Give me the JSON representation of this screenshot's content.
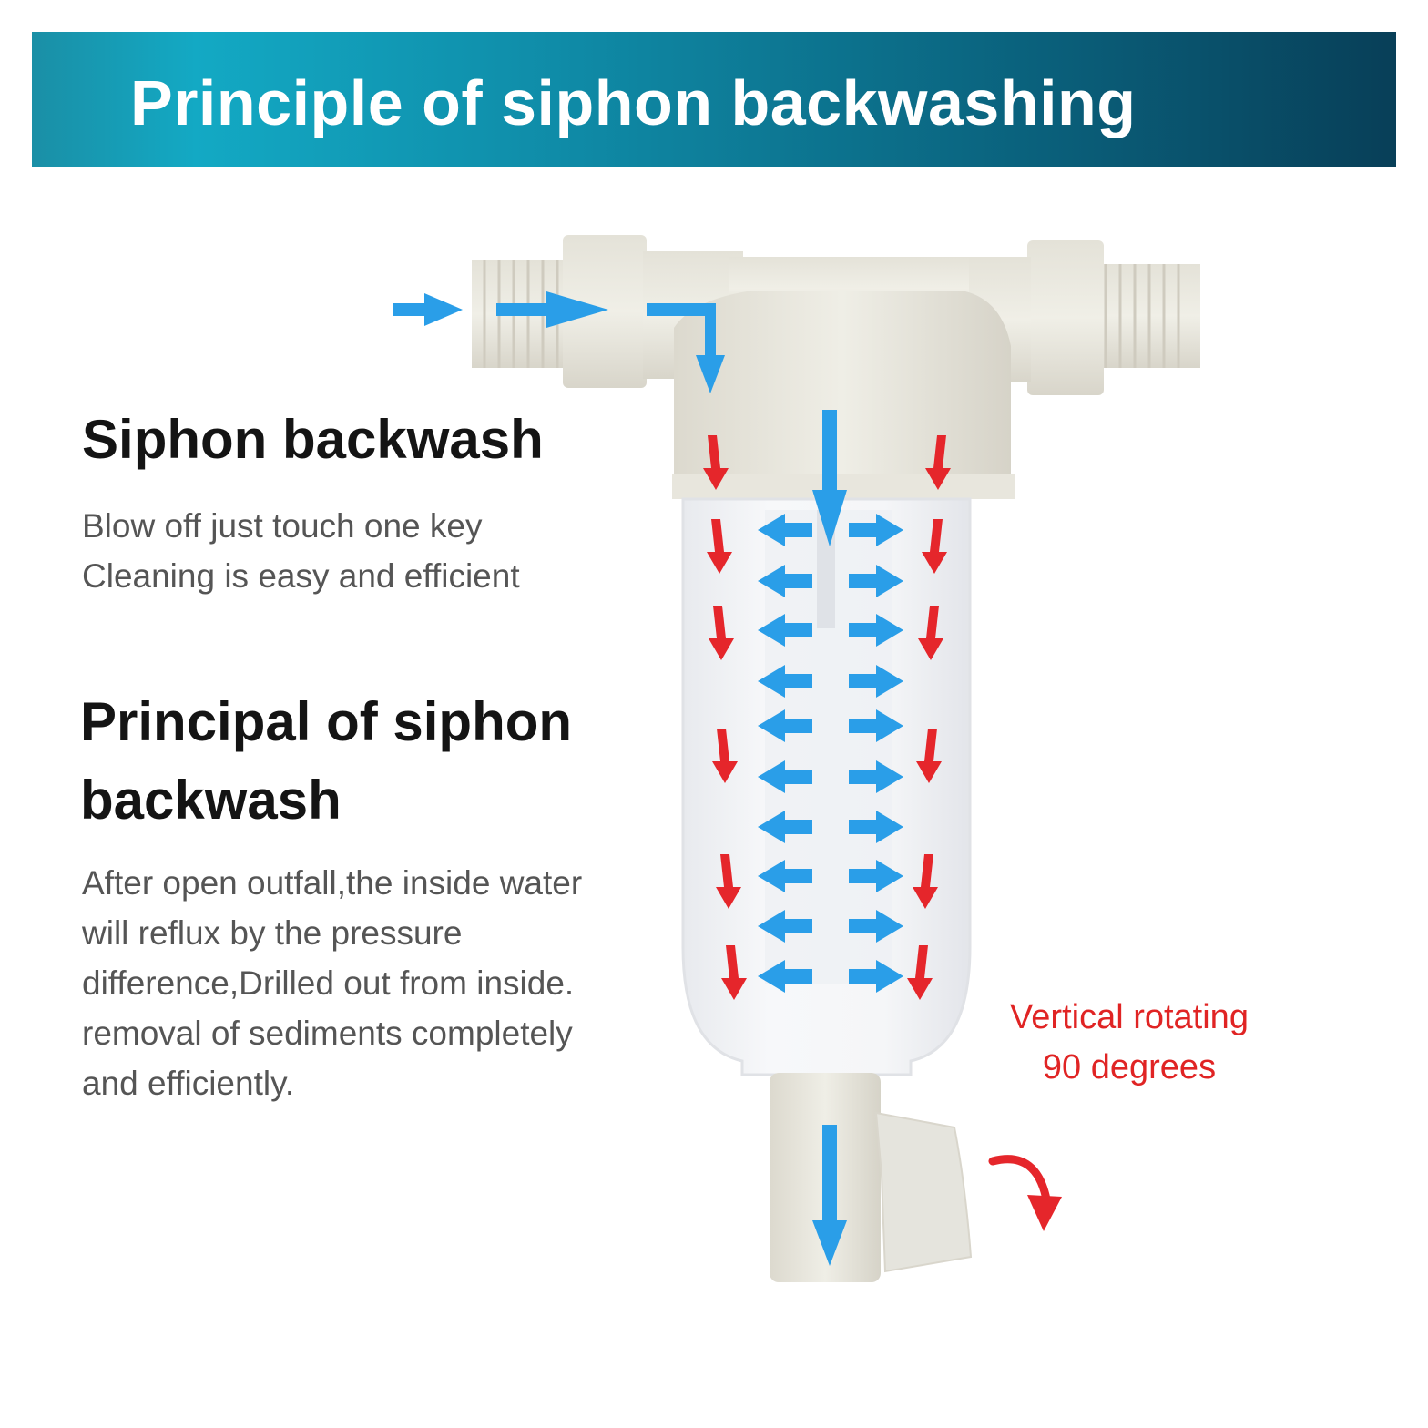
{
  "banner": {
    "title": "Principle of siphon backwashing"
  },
  "section1": {
    "heading": "Siphon backwash",
    "lines": [
      "Blow off just touch one key",
      "Cleaning is easy and efficient"
    ]
  },
  "section2": {
    "heading_lines": [
      "Principal of siphon",
      "backwash"
    ],
    "lines": [
      "After open outfall,the inside water",
      "will reflux by the pressure",
      "difference,Drilled out from inside.",
      "removal of sediments completely",
      "and efficiently."
    ]
  },
  "annotation": {
    "lines": [
      "Vertical rotating",
      "90 degrees"
    ]
  },
  "colors": {
    "banner": "#0f8aa6",
    "flow_blue": "#2a9ee8",
    "flow_red": "#e5262b",
    "note_red": "#e02424"
  }
}
